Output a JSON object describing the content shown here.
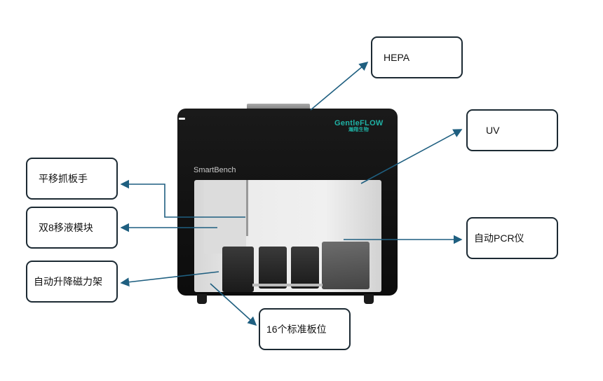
{
  "device": {
    "brand_label": "SmartBench",
    "logo_text": "GentleFLOW",
    "logo_subtext": "瀚翔生物"
  },
  "callouts": {
    "hepa": "HEPA",
    "uv": "UV",
    "gripper": "平移抓板手",
    "pipetting": "双8移液模块",
    "magnetic_rack": "自动升降磁力架",
    "pcr": "自动PCR仪",
    "plate_positions": "16个标准板位"
  },
  "colors": {
    "arrow": "#1f5f80",
    "logo": "#1fb3a6"
  }
}
